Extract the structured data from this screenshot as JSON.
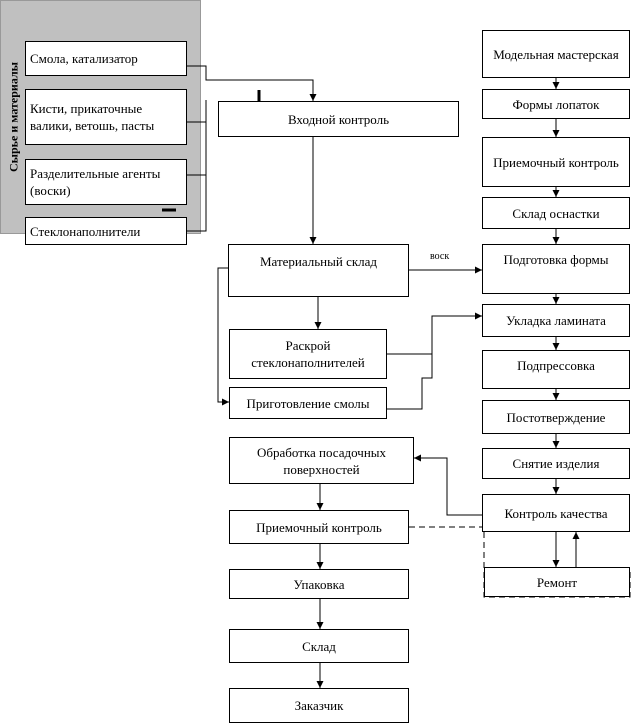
{
  "group_label": "Сырье и материалы",
  "edge_label_wax": "воск",
  "raw": {
    "resin": "Смола, катализатор",
    "brushes": "Кисти, прикаточные валики, ветошь, пасты",
    "release": "Разделительные агенты (воски)",
    "glass": "Стеклонаполнители"
  },
  "center": {
    "incoming": "Входной контроль",
    "warehouse": "Материальный склад",
    "cutting": "Раскрой стеклонаполнителей",
    "resin_prep": "Приготовление смолы",
    "surface": "Обработка посадочных поверхностей",
    "acceptance": "Приемочный контроль",
    "packing": "Упаковка",
    "store": "Склад",
    "customer": "Заказчик"
  },
  "right": {
    "model_shop": "Модельная мастерская",
    "blade_forms": "Формы лопаток",
    "acceptance_control": "Приемочный контроль",
    "tooling_store": "Склад оснастки",
    "form_prep": "Подготовка формы",
    "laminate": "Укладка ламината",
    "prepress": "Подпрессовка",
    "postcure": "Постотверждение",
    "removal": "Снятие изделия",
    "quality": "Контроль качества",
    "repair": "Ремонт"
  }
}
